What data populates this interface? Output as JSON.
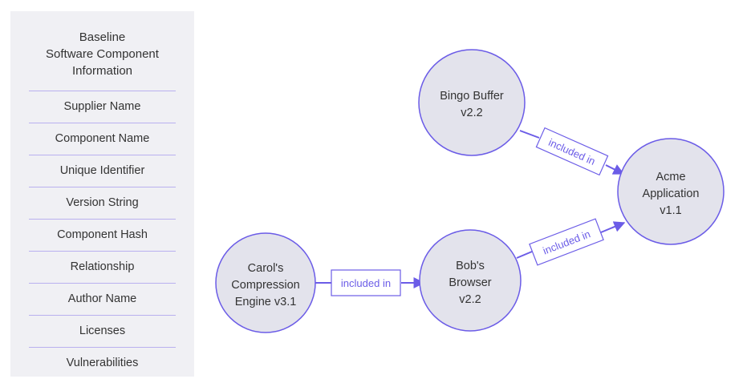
{
  "panel": {
    "title": "Baseline\nSoftware Component\nInformation",
    "fields": [
      {
        "label": "Supplier Name"
      },
      {
        "label": "Component Name"
      },
      {
        "label": "Unique Identifier"
      },
      {
        "label": "Version String"
      },
      {
        "label": "Component Hash"
      },
      {
        "label": "Relationship"
      },
      {
        "label": "Author Name"
      },
      {
        "label": "Licenses"
      },
      {
        "label": "Vulnerabilities"
      }
    ]
  },
  "diagram": {
    "nodes": [
      {
        "id": "bingo",
        "line1": "Bingo Buffer",
        "line2": "v2.2",
        "line3": ""
      },
      {
        "id": "acme",
        "line1": "Acme",
        "line2": "Application",
        "line3": "v1.1"
      },
      {
        "id": "carol",
        "line1": "Carol's",
        "line2": "Compression",
        "line3": "Engine v3.1"
      },
      {
        "id": "bob",
        "line1": "Bob's",
        "line2": "Browser",
        "line3": "v2.2"
      }
    ],
    "edges": [
      {
        "id": "bingo-acme",
        "label": "included in",
        "from": "bingo",
        "to": "acme"
      },
      {
        "id": "carol-bob",
        "label": "included in",
        "from": "carol",
        "to": "bob"
      },
      {
        "id": "bob-acme",
        "label": "included in",
        "from": "bob",
        "to": "acme"
      }
    ]
  },
  "colors": {
    "panel_bg": "#f0f0f4",
    "divider": "#b9b0ef",
    "node_fill": "#e3e3ec",
    "accent": "#6b5ce7",
    "text": "#333333"
  }
}
